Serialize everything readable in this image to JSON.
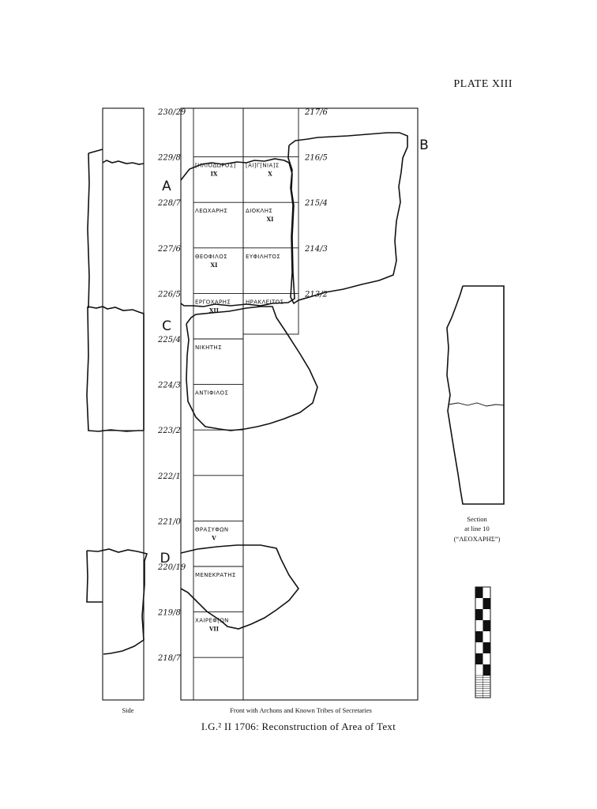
{
  "plate_label": "PLATE XIII",
  "fragment_labels": [
    "A",
    "B",
    "C",
    "D"
  ],
  "left_years": [
    "230/29",
    "229/8",
    "228/7",
    "227/6",
    "226/5",
    "225/4",
    "224/3",
    "223/2",
    "222/1",
    "221/0",
    "220/19",
    "219/8",
    "218/7"
  ],
  "left_entries": [
    {
      "name": "",
      "tribe": ""
    },
    {
      "name": "[ΗΛΙΟΔΩΡΟΣ]",
      "tribe": "IX"
    },
    {
      "name": "ΛΕΩΧΑΡΗΣ",
      "tribe": ""
    },
    {
      "name": "ΘΕΟΦΙΛΟΣ",
      "tribe": "XI"
    },
    {
      "name": "ΕΡΓΟΧΑΡΗΣ",
      "tribe": "XII"
    },
    {
      "name": "ΝΙΚΗΤΗΣ",
      "tribe": ""
    },
    {
      "name": "ΑΝΤΙΦΙΛΟΣ",
      "tribe": ""
    },
    {
      "name": "",
      "tribe": ""
    },
    {
      "name": "",
      "tribe": ""
    },
    {
      "name": "ΘΡΑΣΥΦΩΝ",
      "tribe": "V"
    },
    {
      "name": "ΜΕΝΕΚΡΑΤΗΣ",
      "tribe": ""
    },
    {
      "name": "ΧΑΙΡΕΦ[ΩΝ",
      "tribe": "VII"
    },
    {
      "name": "",
      "tribe": ""
    }
  ],
  "right_years": [
    "217/6",
    "216/5",
    "215/4",
    "214/3",
    "213/2"
  ],
  "right_entries": [
    {
      "name": "",
      "tribe": ""
    },
    {
      "name": "[ΑΙ]Γ[ΝΙΑ]Σ",
      "tribe": "X"
    },
    {
      "name": "ΔΙΟΚΛΗΣ",
      "tribe": "XI"
    },
    {
      "name": "ΕΥΦΙΛΗΤΟΣ",
      "tribe": ""
    },
    {
      "name": "ΗΡΑΚΛΕΙΤΟΣ",
      "tribe": ""
    }
  ],
  "side_label": "Side",
  "front_label": "Front with Archons and Known Tribes of Secretaries",
  "section_label_1": "Section",
  "section_label_2": "at line 10",
  "section_label_3": "(“ΛΕΟΧΑΡΗΣ”)",
  "main_caption": "I.G.² II 1706: Reconstruction of Area of Text"
}
